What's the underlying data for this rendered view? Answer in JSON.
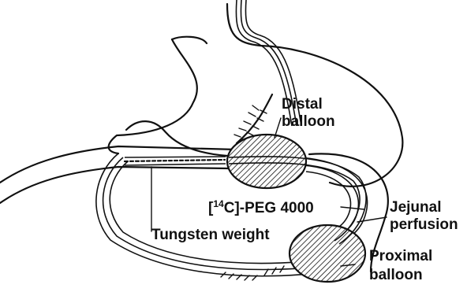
{
  "labels": {
    "distal_balloon_line1": "Distal",
    "distal_balloon_line2": "balloon",
    "peg_prefix": "[",
    "peg_superscript": "14",
    "peg_suffix": "C]-PEG 4000",
    "jejunal_line1": "Jejunal",
    "jejunal_line2": "perfusion",
    "tungsten": "Tungsten weight",
    "proximal_line1": "Proximal",
    "proximal_line2": "balloon"
  },
  "colors": {
    "ink": "#111111",
    "background": "#ffffff"
  }
}
